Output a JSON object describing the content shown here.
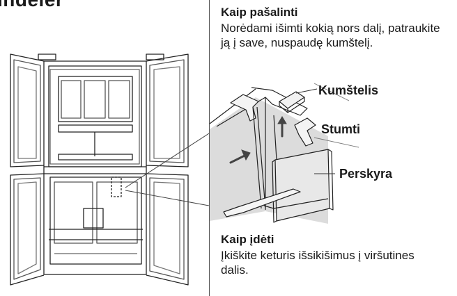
{
  "header": {
    "partial_word": "Indeler"
  },
  "remove": {
    "title": "Kaip pašalinti",
    "text": "Norėdami išimti kokią nors dalį, patraukite ją į save, nuspaudę kumštelį."
  },
  "labels": {
    "tab": "Kumštelis",
    "push": "Stumti",
    "divider": "Perskyra"
  },
  "insert": {
    "title": "Kaip įdėti",
    "text": "Įkiškite keturis išsikišimus į viršutines dalis."
  }
}
